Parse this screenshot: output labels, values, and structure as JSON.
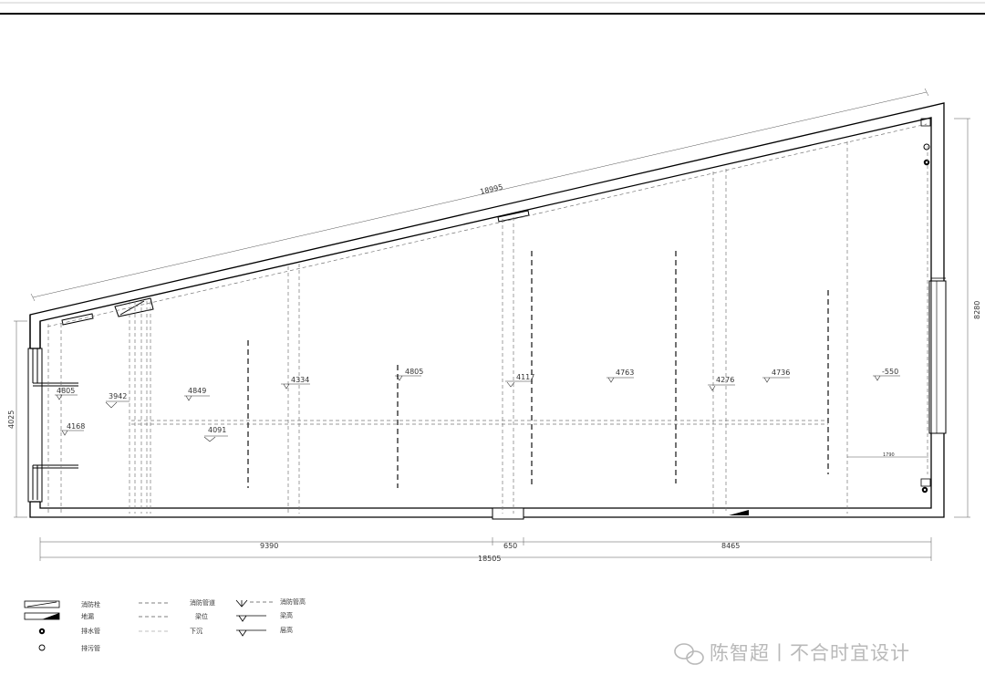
{
  "plan": {
    "dim_overall_slope": "18995",
    "dim_right_height": "8280",
    "dim_left_height": "4025",
    "dim_bottom_left": "9390",
    "dim_bottom_mid": "650",
    "dim_bottom_right": "8465",
    "dim_bottom_total": "18505",
    "dim_small": "1790",
    "elevations": [
      "4805",
      "4168",
      "3942",
      "4849",
      "4091",
      "4334",
      "4805",
      "4117",
      "4763",
      "4276",
      "4736",
      "-550"
    ]
  },
  "legend": [
    {
      "icon": "hydrant-symbol",
      "label": "消防栓"
    },
    {
      "icon": "floor-drain-symbol",
      "label": "地漏"
    },
    {
      "icon": "drain-pipe-symbol",
      "label": "排水管"
    },
    {
      "icon": "vent-pipe-symbol",
      "label": "排污管"
    },
    {
      "icon": "fire-pipe-dash",
      "label": "消防管道"
    },
    {
      "icon": "beam-dash",
      "label": "梁位"
    },
    {
      "icon": "drop-dash",
      "label": "下沉"
    },
    {
      "icon": "fire-pipe-height-symbol",
      "label": "消防管高"
    },
    {
      "icon": "beam-height-symbol",
      "label": "梁高"
    },
    {
      "icon": "floor-height-symbol",
      "label": "层高"
    }
  ],
  "watermark": "陈智超丨不合时宜设计"
}
